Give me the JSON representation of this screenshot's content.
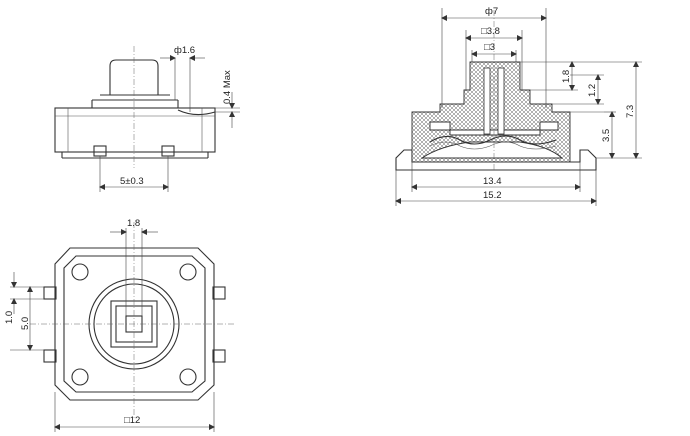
{
  "front_view": {
    "dim_diameter": "ф1.6",
    "dim_max_height": "0.4 Max",
    "dim_pin_pitch": "5±0.3"
  },
  "top_view": {
    "dim_stem": "1.8",
    "dim_left_small": "1.0",
    "dim_left_large": "5.0",
    "dim_body": "□12"
  },
  "section_view": {
    "dim_cap_dia": "ф7",
    "dim_square_outer": "□3.8",
    "dim_square_inner": "□3",
    "dim_r1": "1.8",
    "dim_r2": "1.2",
    "dim_height_total": "7.3",
    "dim_height_body": "3.5",
    "dim_width_body": "13.4",
    "dim_width_total": "15.2"
  }
}
